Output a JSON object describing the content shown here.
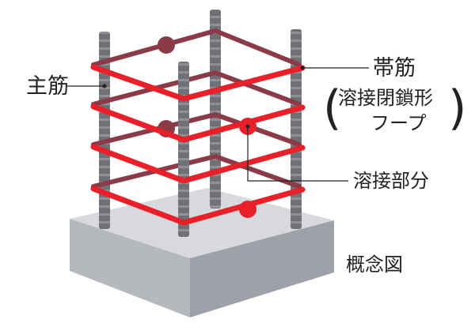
{
  "labels": {
    "main_rebar": "主筋",
    "hoop": "帯筋",
    "hoop_type_line1": "溶接閉鎖形",
    "hoop_type_line2": "フープ",
    "weld": "溶接部分",
    "concept": "概念図"
  },
  "colors": {
    "hoop_front": "#e8202a",
    "hoop_back": "#8b3a48",
    "weld_dot": "#e8202a",
    "rebar": "#6f7176",
    "base_top": "#d7d9dc",
    "base_left": "#b5b8bd",
    "base_right": "#9ea2a8",
    "leader": "#222222"
  }
}
